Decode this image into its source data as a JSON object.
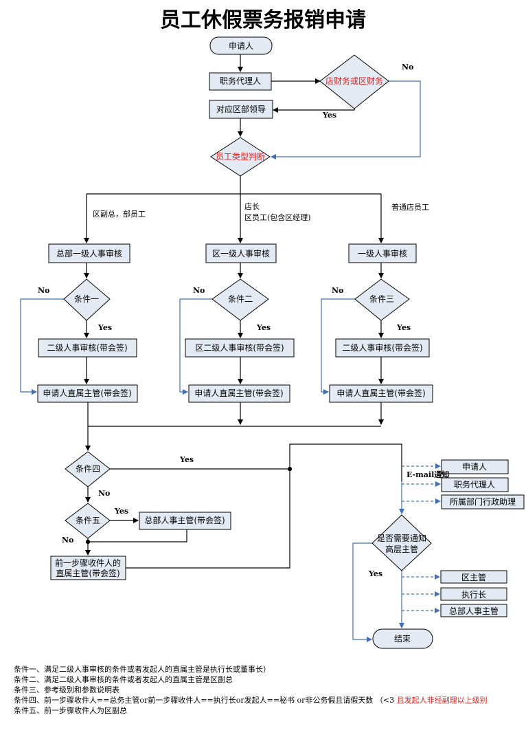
{
  "title": "员工休假票务报销申请",
  "colors": {
    "box_fill": "#e4eaf4",
    "red_text": "#e0201c",
    "blue_line": "#3f6fb5"
  },
  "nodes": {
    "applicant": "申请人",
    "agent": "职务代理人",
    "store_finance": "店财务或区财务",
    "region_leader": "对应区部领导",
    "employee_type": "员工类型判断",
    "hq_hr1": "总部一级人事审核",
    "region_hr1": "区一级人事审核",
    "hr1": "一级人事审核",
    "cond1": "条件一",
    "cond2": "条件二",
    "cond3": "条件三",
    "hq_hr2": "二级人事审核(带会签)",
    "region_hr2": "区二级人事审核(带会签)",
    "hr2": "二级人事审核(带会签)",
    "supervisor_a": "申请人直属主管(带会签)",
    "supervisor_b": "申请人直属主管(带会签)",
    "supervisor_c": "申请人直属主管(带会签)",
    "cond4": "条件四",
    "cond5": "条件五",
    "hq_hr_manager": "总部人事主管(带会签)",
    "prev_receiver_1": "前一步骤收件人的",
    "prev_receiver_2": "直属主管(带会签)",
    "notify_applicant": "申请人",
    "notify_agent": "职务代理人",
    "notify_admin": "所属部门行政助理",
    "need_notify_1": "是否需要通知",
    "need_notify_2": "高层主管",
    "region_manager": "区主管",
    "ceo": "执行长",
    "hq_hr_manager2": "总部人事主管",
    "end": "结束"
  },
  "labels": {
    "no": "No",
    "yes": "Yes",
    "branch_hq": "区副总，部员工",
    "branch_store_1": "店长",
    "branch_store_2": "区员工(包含区经理)",
    "branch_normal": "普通店员工",
    "email": "E-mail通知"
  },
  "notes": [
    "条件一、满足二级人事审核的条件或者发起人的直属主管是执行长或董事长）",
    "条件二、满足二级人事审核的条件或者发起人的直属主管是区副总",
    "条件三、参考级别和参数说明表",
    "条件四、前一步骤收件人==总务主管or前一步骤收件人==执行长or发起人==秘书 or非公务假且请假天数 （<3 ",
    "条件五、前一步骤收件人为区副总"
  ],
  "note4_red": "且发起人非经副理以上级别"
}
